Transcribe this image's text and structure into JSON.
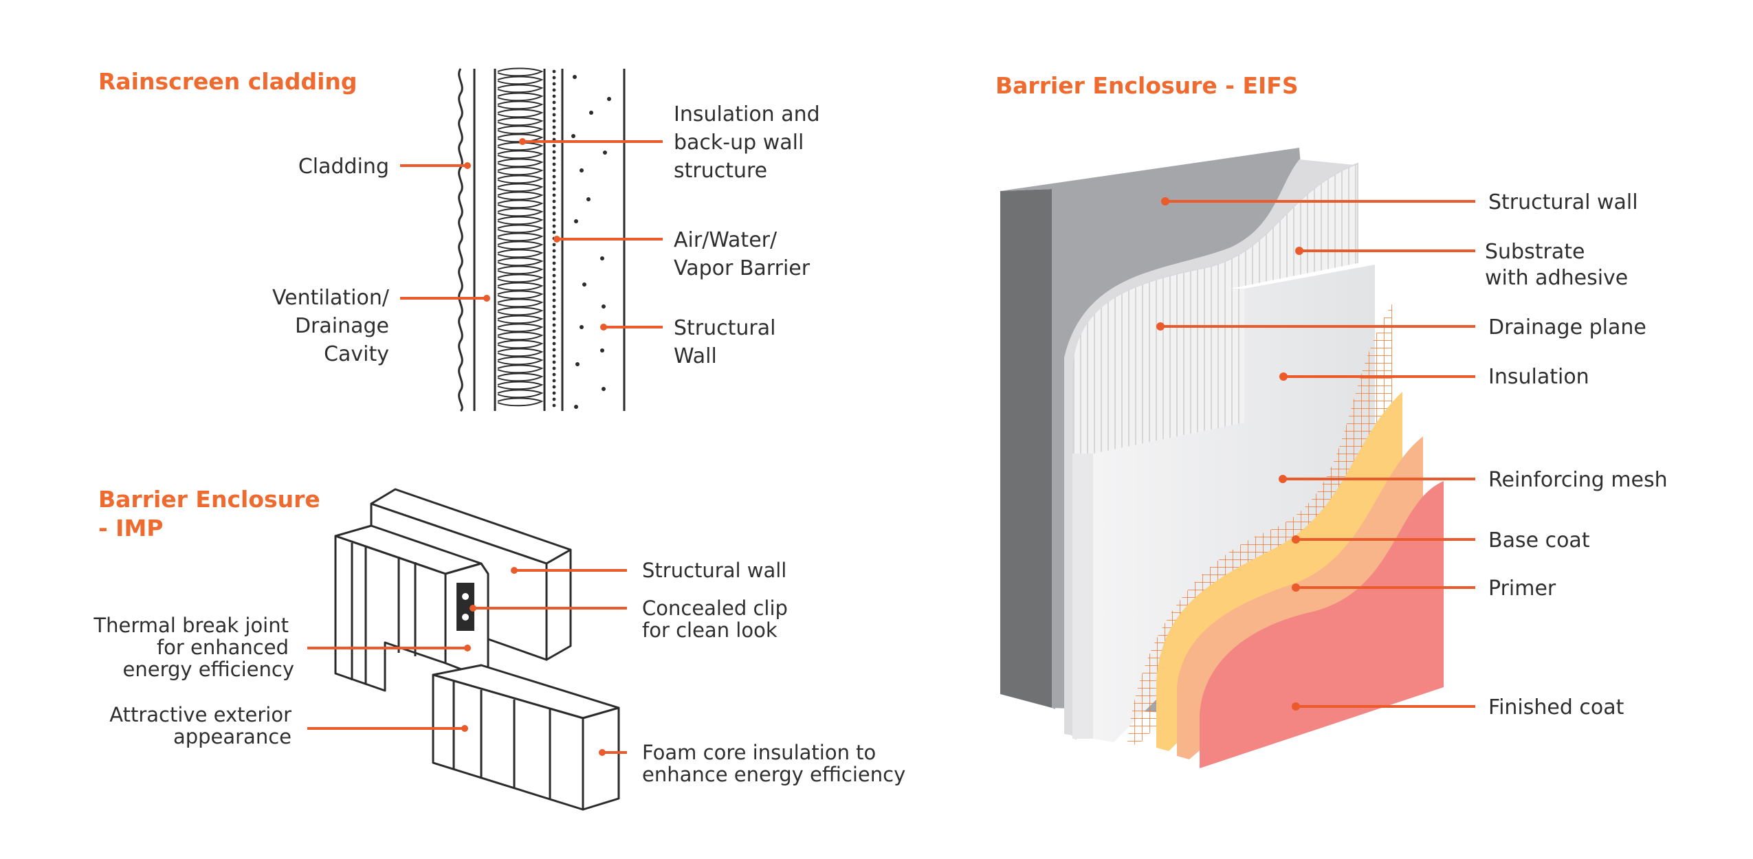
{
  "rainscreen": {
    "title": "Rainscreen cladding",
    "labels": {
      "cladding": "Cladding",
      "ventilation_1": "Ventilation/",
      "ventilation_2": "Drainage",
      "ventilation_3": "Cavity",
      "insulation_1": "Insulation and",
      "insulation_2": "back-up wall",
      "insulation_3": "structure",
      "barrier_1": "Air/Water/",
      "barrier_2": "Vapor Barrier",
      "structural_1": "Structural",
      "structural_2": "Wall"
    }
  },
  "imp": {
    "title_1": "Barrier Enclosure",
    "title_2": "- IMP",
    "labels": {
      "structural_wall": "Structural wall",
      "clip_1": "Concealed clip",
      "clip_2": "for clean look",
      "thermal_1": "Thermal break joint",
      "thermal_2": "for enhanced",
      "thermal_3": "energy efficiency",
      "exterior_1": "Attractive exterior",
      "exterior_2": "appearance",
      "foam_1": "Foam core insulation to",
      "foam_2": "enhance energy efficiency"
    }
  },
  "eifs": {
    "title": "Barrier Enclosure - EIFS",
    "labels": {
      "structural_wall": "Structural wall",
      "substrate_1": "Substrate",
      "substrate_2": "with adhesive",
      "drainage": "Drainage plane",
      "insulation": "Insulation",
      "mesh": "Reinforcing mesh",
      "base": "Base coat",
      "primer": "Primer",
      "finished": "Finished coat"
    }
  },
  "colors": {
    "accent": "#ee6a2f",
    "wall_dark": "#707173",
    "wall_face": "#a4a6a9",
    "base_coat": "#fdcf79",
    "primer": "#f8b58a",
    "finished": "#f38583"
  }
}
